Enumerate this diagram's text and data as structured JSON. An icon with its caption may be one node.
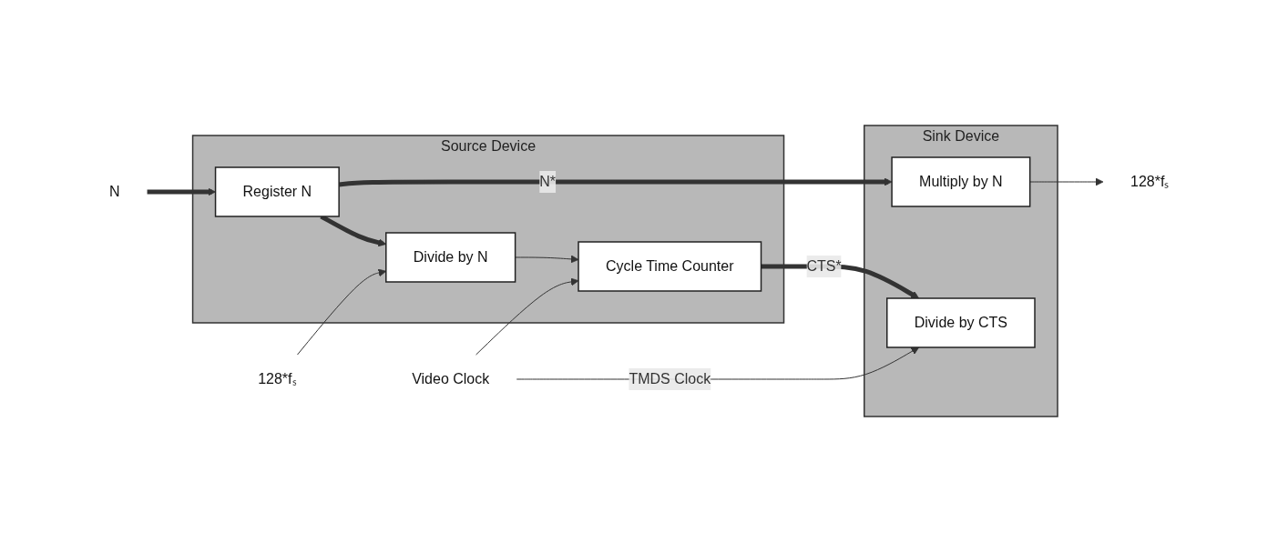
{
  "diagram": {
    "nodes": [
      {
        "text": [
          "Source Device"
        ]
      },
      {
        "text": [
          "Divide by N"
        ],
        "in": 0
      },
      {
        "text": [
          "Cycle Time Counter"
        ],
        "in": 0
      },
      {
        "text": [
          "Register N"
        ],
        "in": 0
      },
      {
        "text": [
          "Sink Device"
        ]
      },
      {
        "text": [
          "Divide by CTS"
        ],
        "in": 4
      },
      {
        "text": [
          "Multiply by N"
        ],
        "in": 4
      },
      {
        "text": [
          "128*fₛ"
        ]
      },
      {
        "text": [
          "Video Clock"
        ]
      },
      {
        "text": [
          "N"
        ]
      },
      {
        "text": [
          "128*fₛ"
        ]
      }
    ],
    "edges": [
      {
        "from": 7,
        "to": 1,
        "arrow": "to"
      },
      {
        "from": 1,
        "to": 2,
        "arrow": "to"
      },
      {
        "from": 2,
        "to": 5,
        "arrow": "to",
        "label": "CTS*",
        "style": "thick"
      },
      {
        "from": 3,
        "to": 1,
        "arrow": "to",
        "style": "thick"
      },
      {
        "from": 8,
        "to": 2,
        "arrow": "to"
      },
      {
        "from": 8,
        "to": 5,
        "arrow": "to",
        "label": "TMDS Clock"
      },
      {
        "from": 9,
        "to": 3,
        "arrow": "to",
        "style": "thick"
      },
      {
        "from": 3,
        "to": 6,
        "arrow": "to",
        "label": "N*",
        "style": "thick"
      },
      {
        "from": 6,
        "to": 10,
        "arrow": "to"
      }
    ]
  }
}
